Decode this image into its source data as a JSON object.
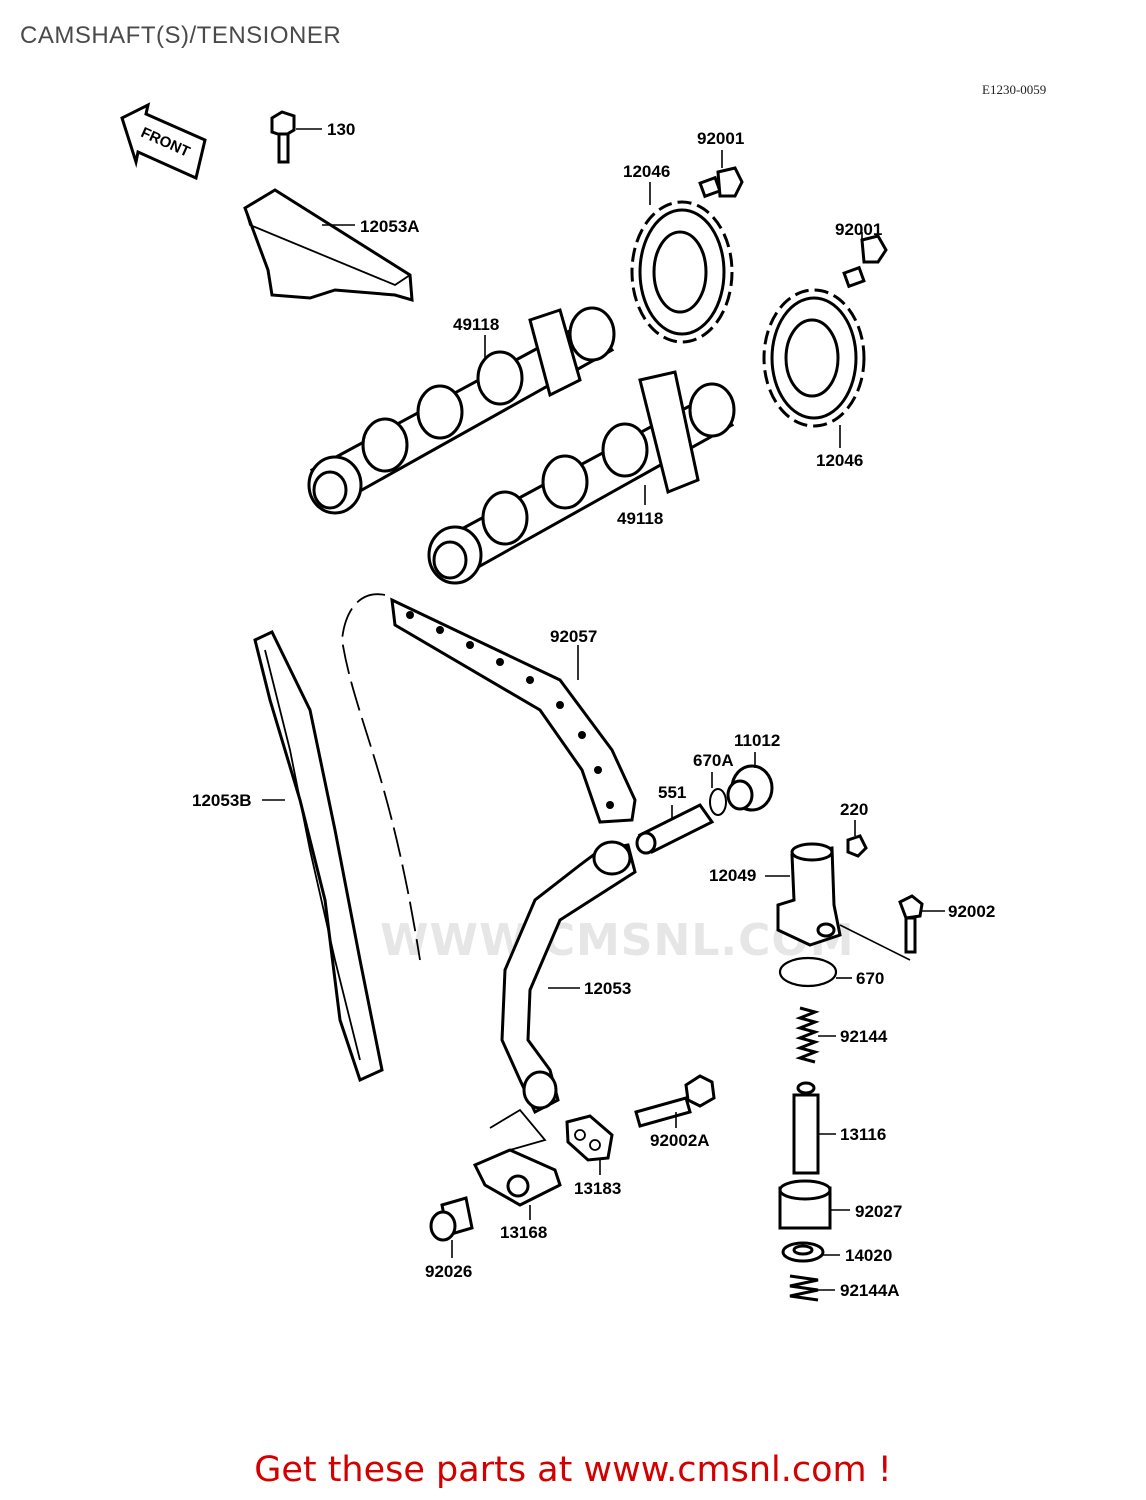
{
  "header": {
    "title": "CAMSHAFT(S)/TENSIONER",
    "diagram_code": "E1230-0059"
  },
  "front_arrow": {
    "label": "FRONT"
  },
  "watermark": "WWW.CMSNL.COM",
  "parts": {
    "p130": "130",
    "p12053A": "12053A",
    "p92001_top": "92001",
    "p12046_top": "12046",
    "p92001_right": "92001",
    "p49118_top": "49118",
    "p12046_bottom": "12046",
    "p49118_bottom": "49118",
    "p92057": "92057",
    "p12053B": "12053B",
    "p11012": "11012",
    "p670A": "670A",
    "p551": "551",
    "p220": "220",
    "p12049": "12049",
    "p92002": "92002",
    "p670": "670",
    "p12053": "12053",
    "p92144": "92144",
    "p13116": "13116",
    "p92002A": "92002A",
    "p13183": "13183",
    "p13168": "13168",
    "p92027": "92027",
    "p14020": "14020",
    "p92026": "92026",
    "p92144A": "92144A"
  },
  "footer": {
    "text": "Get these parts at www.cmsnl.com !"
  },
  "colors": {
    "footer": "#d40000",
    "title": "#4a4a4a",
    "line": "#000000"
  }
}
